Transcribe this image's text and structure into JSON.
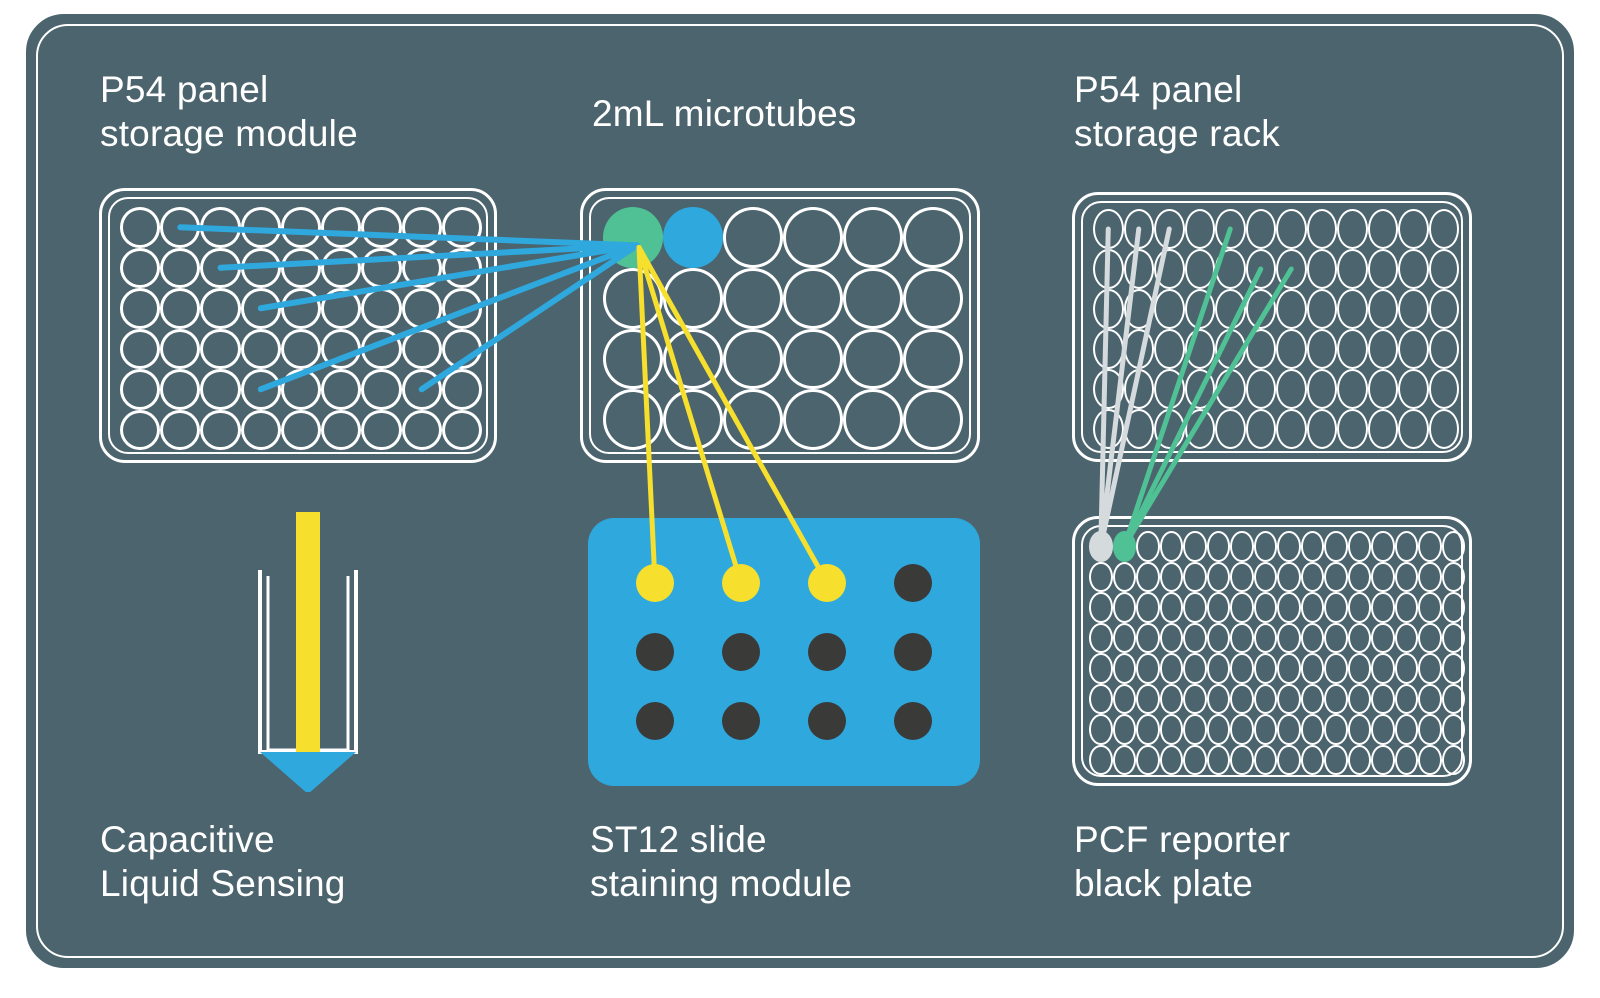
{
  "theme": {
    "background": "#4c646d",
    "outline": "#ffffff",
    "blue": "#2fa8de",
    "yellow": "#f7df2e",
    "green": "#4fc195",
    "dark_dot": "#3a3a38",
    "gray_line": "#d5dadd",
    "teal_line": "#4fc195"
  },
  "labels": {
    "left_top": "P54 panel\nstorage module",
    "middle_top": "2mL microtubes",
    "right_top": "P54 panel\nstorage rack",
    "left_bottom": "Capacitive\nLiquid Sensing",
    "middle_bottom": "ST12 slide\nstaining module",
    "right_bottom": "PCF reporter\nblack plate"
  },
  "modules": {
    "p54_storage_module": {
      "name": "P54 panel storage module",
      "columns": 9,
      "rows": 6,
      "well_style": "open",
      "source_wells": [
        {
          "row": 1,
          "col": 2
        },
        {
          "row": 2,
          "col": 3
        },
        {
          "row": 3,
          "col": 4
        },
        {
          "row": 5,
          "col": 4
        },
        {
          "row": 5,
          "col": 8
        }
      ],
      "connector_color": "#2fa8de"
    },
    "microtubes_2ml": {
      "name": "2mL microtubes",
      "columns": 6,
      "rows": 4,
      "well_style": "open",
      "filled_wells": [
        {
          "row": 1,
          "col": 1,
          "color": "#4fc195"
        },
        {
          "row": 1,
          "col": 2,
          "color": "#2fa8de"
        }
      ],
      "connector_color": "#f7df2e"
    },
    "p54_storage_rack": {
      "name": "P54 panel storage rack",
      "columns": 12,
      "rows": 6,
      "well_style": "open",
      "connector_colors": [
        "#d5dadd",
        "#4fc195"
      ],
      "gray_source_wells": [
        {
          "row": 1,
          "col": 1
        },
        {
          "row": 1,
          "col": 2
        },
        {
          "row": 1,
          "col": 3
        }
      ],
      "teal_source_wells": [
        {
          "row": 1,
          "col": 5
        },
        {
          "row": 2,
          "col": 6
        },
        {
          "row": 2,
          "col": 7
        }
      ]
    },
    "capacitive_liquid_sensing": {
      "name": "Capacitive Liquid Sensing",
      "tip_color": "#f7df2e",
      "liquid_color": "#2fa8de",
      "vessel_color": "#ffffff"
    },
    "st12_slide_staining": {
      "name": "ST12 slide staining module",
      "body_color": "#2fa8de",
      "columns": 4,
      "rows": 3,
      "dots": [
        [
          "#f7df2e",
          "#f7df2e",
          "#f7df2e",
          "#3a3a38"
        ],
        [
          "#3a3a38",
          "#3a3a38",
          "#3a3a38",
          "#3a3a38"
        ],
        [
          "#3a3a38",
          "#3a3a38",
          "#3a3a38",
          "#3a3a38"
        ]
      ]
    },
    "pcf_reporter_black_plate": {
      "name": "PCF reporter black plate",
      "columns": 16,
      "rows": 8,
      "well_style": "open",
      "filled_wells": [
        {
          "row": 1,
          "col": 1,
          "color": "#d5dadd"
        },
        {
          "row": 1,
          "col": 2,
          "color": "#4fc195"
        }
      ]
    }
  }
}
